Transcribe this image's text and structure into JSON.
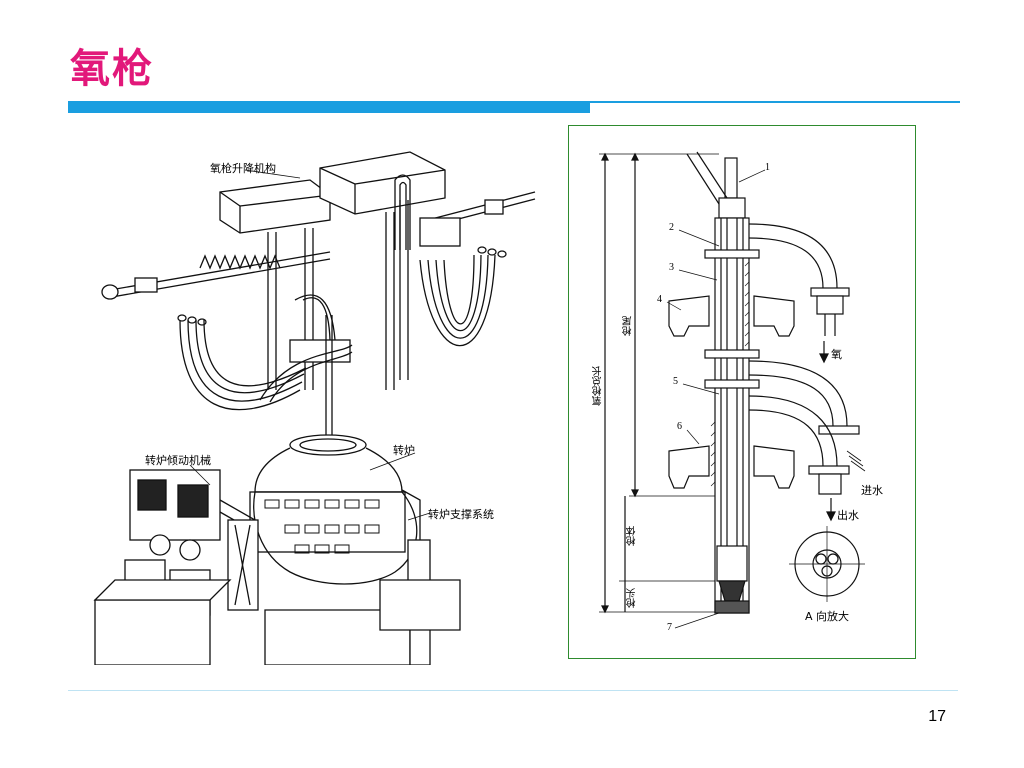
{
  "slide": {
    "title": "氧枪",
    "page_number": "17"
  },
  "left_figure": {
    "labels": {
      "lift_mechanism": "氧枪升降机构",
      "tilting_mechanism": "转炉倾动机械",
      "converter": "转炉",
      "support_system": "转炉支撑系统"
    }
  },
  "right_figure": {
    "labels": {
      "total_length": "氧枪总长",
      "tail": "枪尾",
      "body": "枪体",
      "head": "枪头",
      "oxygen": "氧",
      "water_in": "进水",
      "water_out": "出水",
      "detail": "A 向放大"
    },
    "callouts": [
      "1",
      "2",
      "3",
      "4",
      "5",
      "6",
      "7"
    ]
  },
  "colors": {
    "title": "#e2187a",
    "accent_bar": "#1a9ee0",
    "frame": "#2e8b2e"
  }
}
